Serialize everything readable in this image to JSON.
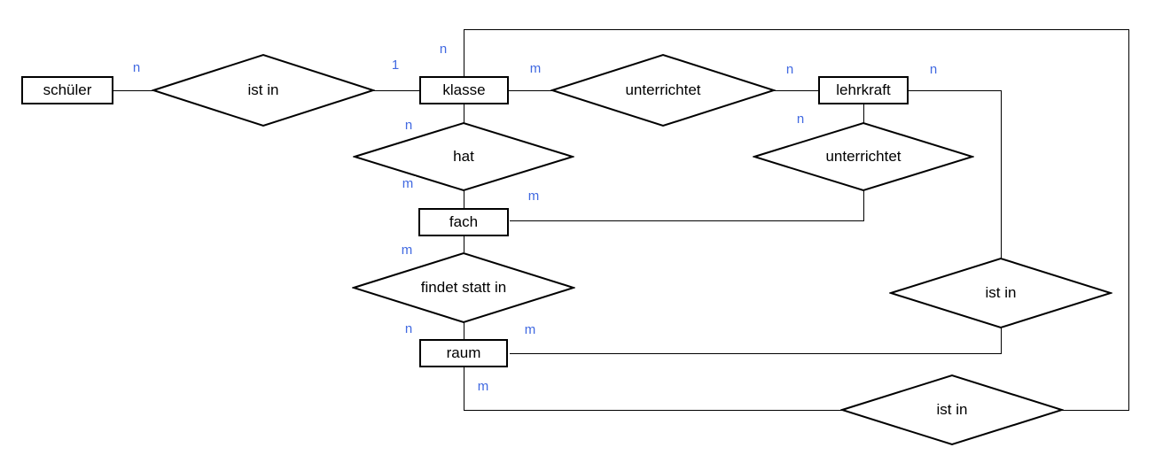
{
  "diagram_type": "entity-relationship-diagram",
  "colors": {
    "background": "#ffffff",
    "line": "#000000",
    "shape_text": "#000000",
    "cardinality": "#4169e1"
  },
  "entities": [
    {
      "id": "schueler",
      "label": "schüler"
    },
    {
      "id": "klasse",
      "label": "klasse"
    },
    {
      "id": "lehrkraft",
      "label": "lehrkraft"
    },
    {
      "id": "fach",
      "label": "fach"
    },
    {
      "id": "raum",
      "label": "raum"
    }
  ],
  "relationships": [
    {
      "label": "ist in",
      "between": [
        "schüler",
        "klasse"
      ],
      "cardinalities": {
        "schüler": "n",
        "klasse": "1"
      }
    },
    {
      "label": "unterrichtet",
      "between": [
        "klasse",
        "lehrkraft"
      ],
      "cardinalities": {
        "klasse": "m",
        "lehrkraft": "n"
      }
    },
    {
      "label": "hat",
      "between": [
        "klasse",
        "fach"
      ],
      "cardinalities": {
        "klasse": "n",
        "fach": "m"
      }
    },
    {
      "label": "unterrichtet",
      "between": [
        "lehrkraft",
        "fach"
      ],
      "cardinalities": {
        "lehrkraft": "n",
        "fach": "m"
      }
    },
    {
      "label": "findet statt in",
      "between": [
        "fach",
        "raum"
      ],
      "cardinalities": {
        "fach": "m",
        "raum": "n"
      }
    },
    {
      "label": "ist in",
      "between": [
        "lehrkraft",
        "raum"
      ],
      "cardinalities": {
        "lehrkraft": "n",
        "raum": "m"
      }
    },
    {
      "label": "ist in",
      "between": [
        "raum",
        "klasse"
      ],
      "cardinalities": {
        "raum": "m",
        "klasse": "n"
      }
    }
  ]
}
